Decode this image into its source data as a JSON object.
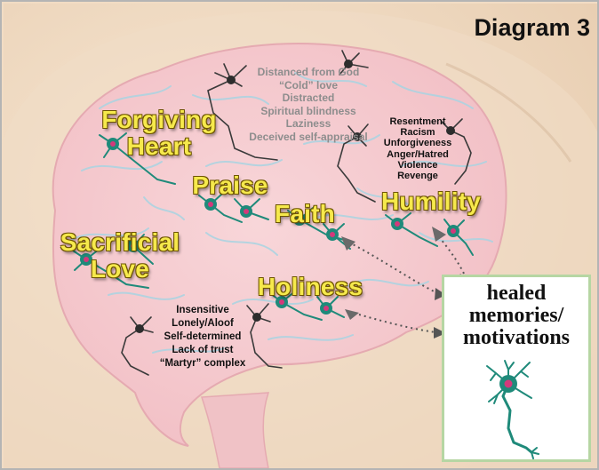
{
  "title": "Diagram 3",
  "virtues": {
    "forgiving_heart": [
      "Forgiving",
      "Heart"
    ],
    "praise": "Praise",
    "faith": "Faith",
    "humility": "Humility",
    "sacrificial_love": [
      "Sacrificial",
      "Love"
    ],
    "holiness": "Holiness"
  },
  "lists": {
    "distanced": [
      "Distanced from God",
      "“Cold” love",
      "Distracted",
      "Spiritual blindness",
      "Laziness",
      "Deceived self-appraisal"
    ],
    "resentment": [
      "Resentment",
      "Racism",
      "Unforgiveness",
      "Anger/Hatred",
      "Violence",
      "Revenge"
    ],
    "insensitive": [
      "Insensitive",
      "Lonely/Aloof",
      "Self-determined",
      "Lack of trust",
      "“Martyr” complex"
    ]
  },
  "box": {
    "lines": [
      "healed",
      "memories/",
      "motivations"
    ]
  },
  "colors": {
    "skin": "#f1dcc4",
    "brain": "#f6cdd1",
    "neuron_dark": "#3a3a3a",
    "neuron_teal": "#1f8a7a",
    "nucleus": "#d3397b",
    "label_yellow": "#f6e94c",
    "box_border": "#b6d6a3"
  }
}
